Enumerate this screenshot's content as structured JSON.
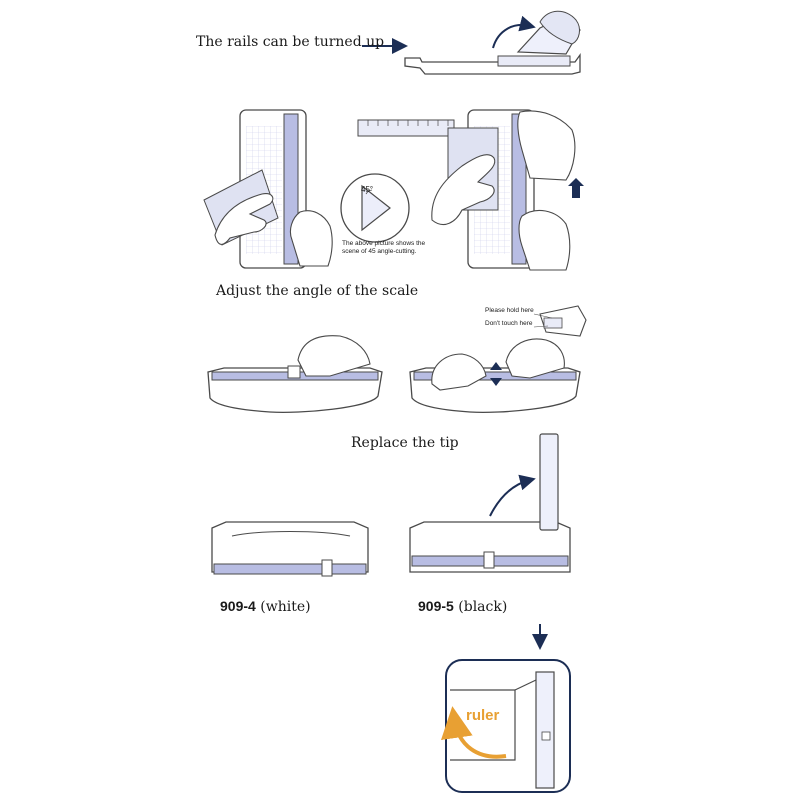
{
  "captions": {
    "rails": "The rails can be turned up",
    "angle": "Adjust the angle of the scale",
    "tip": "Replace the tip"
  },
  "angle_note": {
    "degree": "45°",
    "text": "The above picture shows the scene of 45 angle-cutting."
  },
  "tip_labels": {
    "hold": "Please hold here",
    "dont_touch": "Don't touch here"
  },
  "models": {
    "white": {
      "code": "909-4",
      "color": "(white)"
    },
    "black": {
      "code": "909-5",
      "color": "(black)"
    }
  },
  "detail_label": "ruler",
  "colors": {
    "outline": "#4a4a4a",
    "rail": "#b8bde3",
    "arrow": "#1c2e55",
    "accent": "#e8a033",
    "grid": "#c9cdea"
  }
}
